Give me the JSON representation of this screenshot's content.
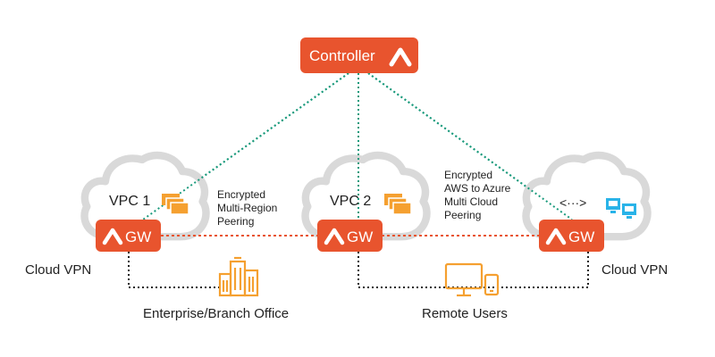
{
  "controller": {
    "label": "Controller"
  },
  "gateways": [
    {
      "vpc_label": "VPC 1",
      "gw_label": "GW"
    },
    {
      "vpc_label": "VPC 2",
      "gw_label": "GW"
    },
    {
      "vpc_label": "<···>",
      "gw_label": "GW"
    }
  ],
  "peering": [
    {
      "line1": "Encrypted",
      "line2": "Multi-Region",
      "line3": "Peering"
    },
    {
      "line1": "Encrypted",
      "line2": "AWS to Azure",
      "line3": "Multi Cloud",
      "line4": "Peering"
    }
  ],
  "labels": {
    "cloud_vpn_left": "Cloud VPN",
    "cloud_vpn_right": "Cloud VPN",
    "enterprise": "Enterprise/Branch Office",
    "remote_users": "Remote Users"
  },
  "icons": [
    "aviatrix-logo-icon",
    "instances-icon",
    "building-icon",
    "desktop-icon",
    "tablet-icon",
    "azure-vm-icon"
  ],
  "colors": {
    "brand_orange": "#e8542e",
    "cloud_gray": "#d9d9d9",
    "controller_link": "#1a9a7c",
    "peering_link": "#e8542e",
    "vpn_link": "#222222",
    "icon_orange": "#f5a030",
    "azure_blue": "#29b3e8"
  }
}
